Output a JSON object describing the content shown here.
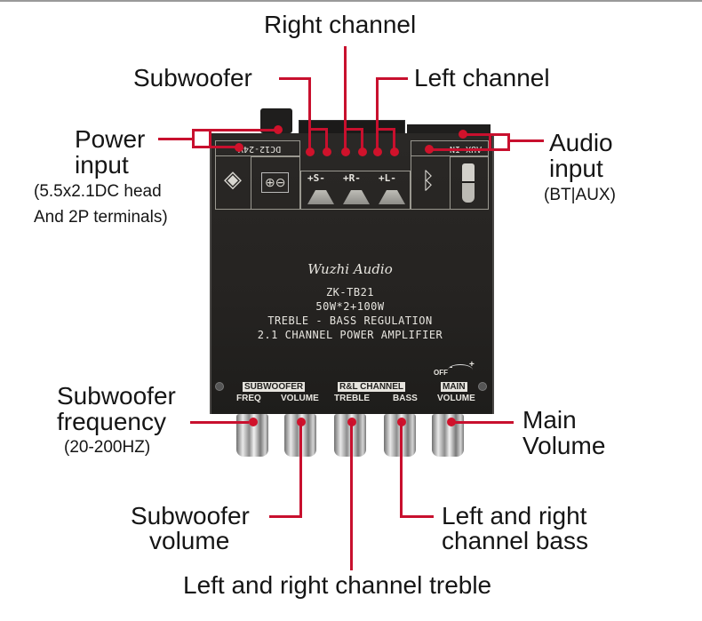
{
  "labels": {
    "right_channel": "Right channel",
    "subwoofer": "Subwoofer",
    "left_channel": "Left channel",
    "power_input_line1": "Power",
    "power_input_line2": "input",
    "power_input_note1": "(5.5x2.1DC head",
    "power_input_note2": "And 2P terminals)",
    "audio_input_line1": "Audio",
    "audio_input_line2": "input",
    "audio_input_note": "(BT|AUX)",
    "sub_freq_line1": "Subwoofer",
    "sub_freq_line2": "frequency",
    "sub_freq_note": "(20-200HZ)",
    "main_volume_line1": "Main",
    "main_volume_line2": "Volume",
    "sub_volume_line1": "Subwoofer",
    "sub_volume_line2": "volume",
    "lr_bass_line1": "Left and right",
    "lr_bass_line2": "channel bass",
    "lr_treble": "Left and right channel treble"
  },
  "board": {
    "dc_label": "DC12-24V",
    "aux_label": "AUX IN",
    "speaker_s": "+S-",
    "speaker_r": "+R-",
    "speaker_l": "+L-",
    "brand": "Wuzhi Audio",
    "model": "ZK-TB21",
    "power": "50W*2+100W",
    "feature": "TREBLE - BASS REGULATION",
    "type": "2.1 CHANNEL POWER AMPLIFIER",
    "group_sub": "SUBWOOFER",
    "group_rl": "R&L CHANNEL",
    "group_main": "MAIN",
    "knob_freq": "FREQ",
    "knob_volume": "VOLUME",
    "knob_treble": "TREBLE",
    "knob_bass": "BASS",
    "knob_main_volume": "VOLUME",
    "off_label": "OFF",
    "minus": "-",
    "plus": "+"
  },
  "colors": {
    "callout": "#c8102e",
    "board": "#262422"
  }
}
